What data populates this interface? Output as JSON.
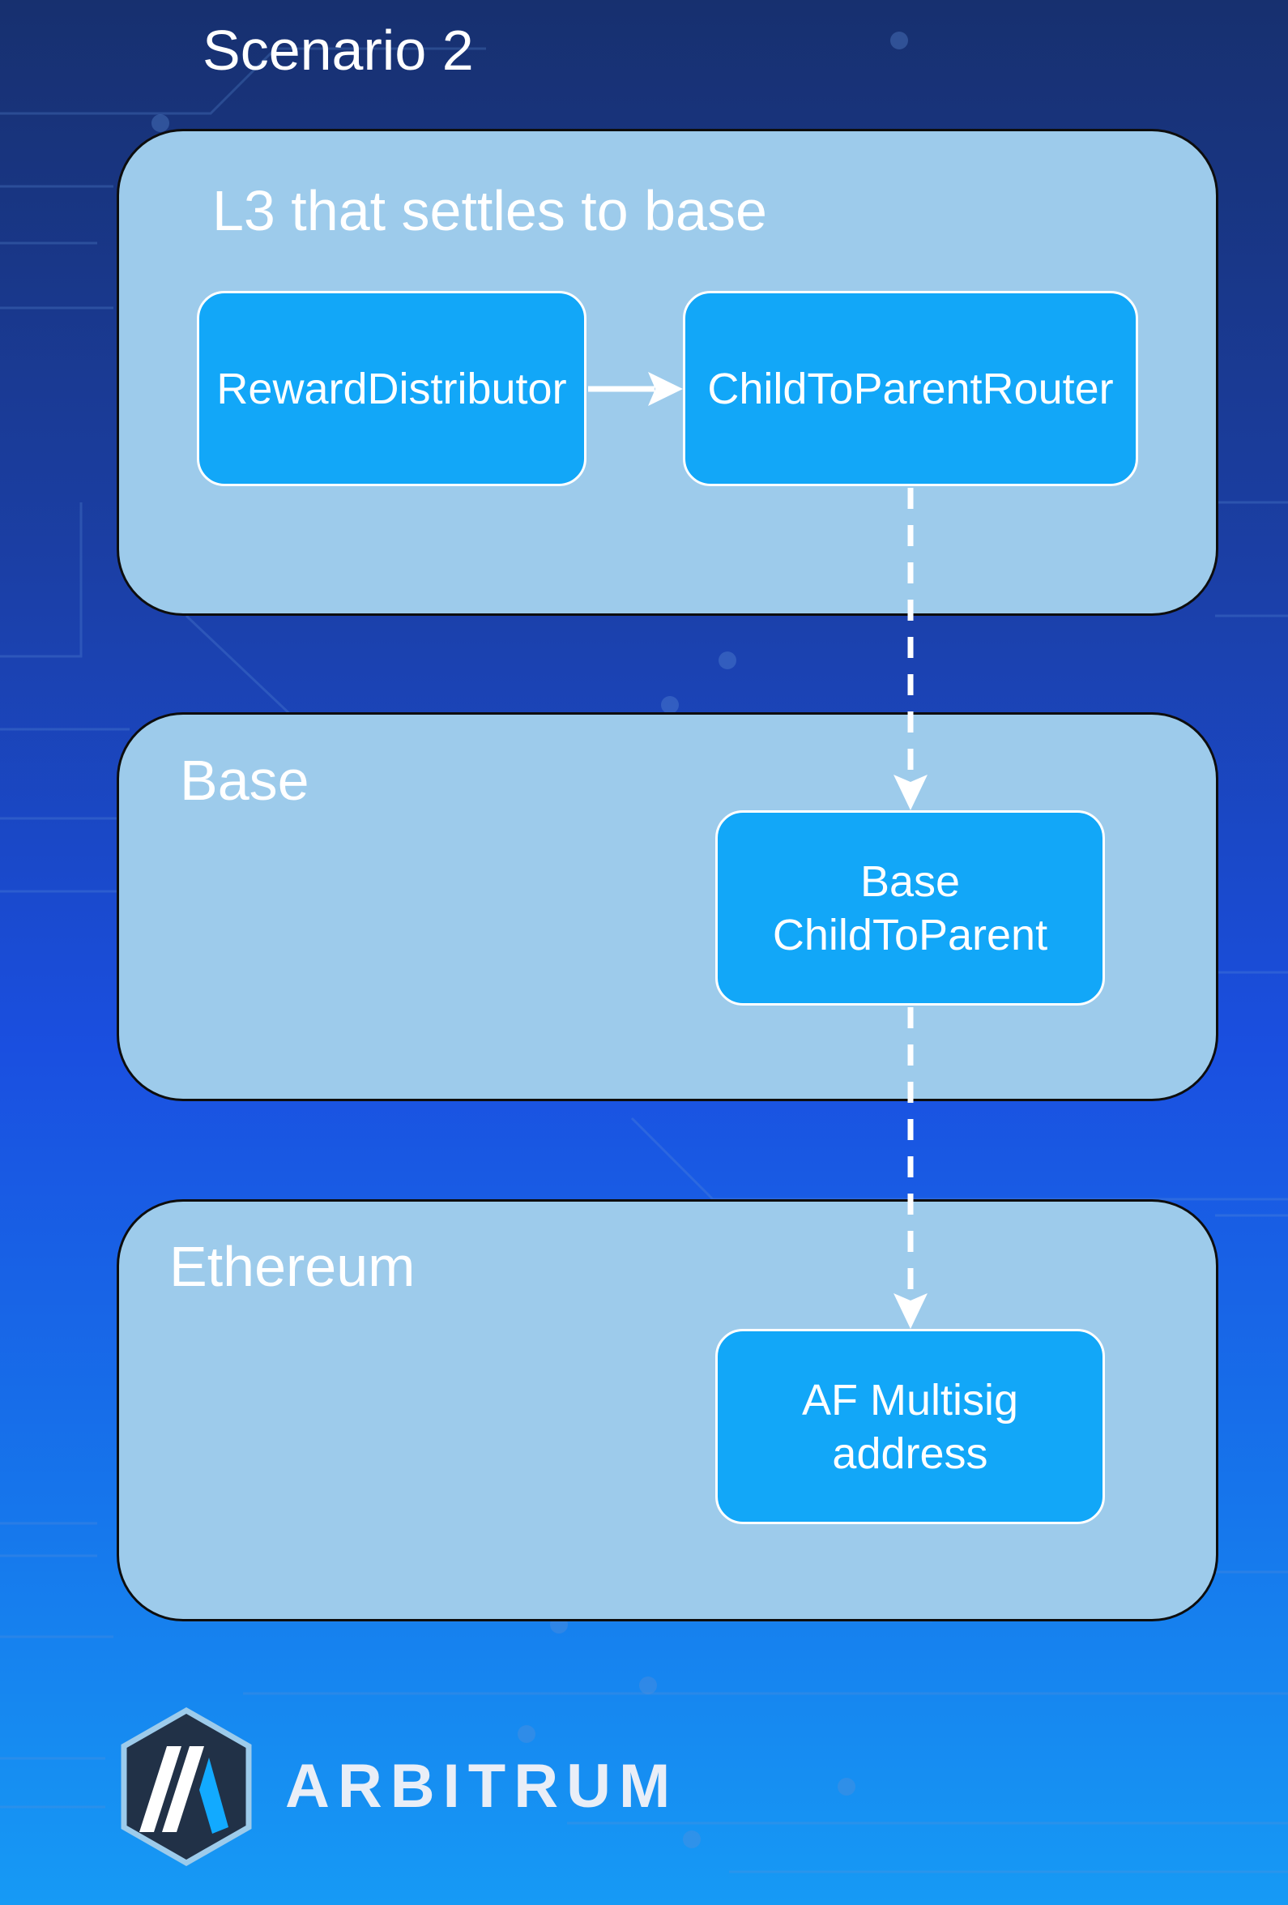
{
  "title": "Scenario 2",
  "groups": {
    "l3": {
      "label": "L3 that settles to base"
    },
    "base": {
      "label": "Base"
    },
    "ethereum": {
      "label": "Ethereum"
    }
  },
  "nodes": {
    "reward_distributor": "RewardDistributor",
    "child_to_parent_router": "ChildToParentRouter",
    "base_child_to_parent": "Base\nChildToParent",
    "af_multisig": "AF Multisig\naddress"
  },
  "edges": [
    {
      "from": "reward_distributor",
      "to": "child_to_parent_router",
      "style": "solid"
    },
    {
      "from": "child_to_parent_router",
      "to": "base_child_to_parent",
      "style": "dashed"
    },
    {
      "from": "base_child_to_parent",
      "to": "af_multisig",
      "style": "dashed"
    }
  ],
  "logo": {
    "brand_text": "ARBITRUM",
    "icon": "arbitrum-logo-icon"
  },
  "colors": {
    "background_top": "#17306f",
    "background_bottom": "#169af5",
    "group_fill": "#9dcbeb",
    "node_fill": "#12a7f8",
    "text": "#ffffff"
  }
}
